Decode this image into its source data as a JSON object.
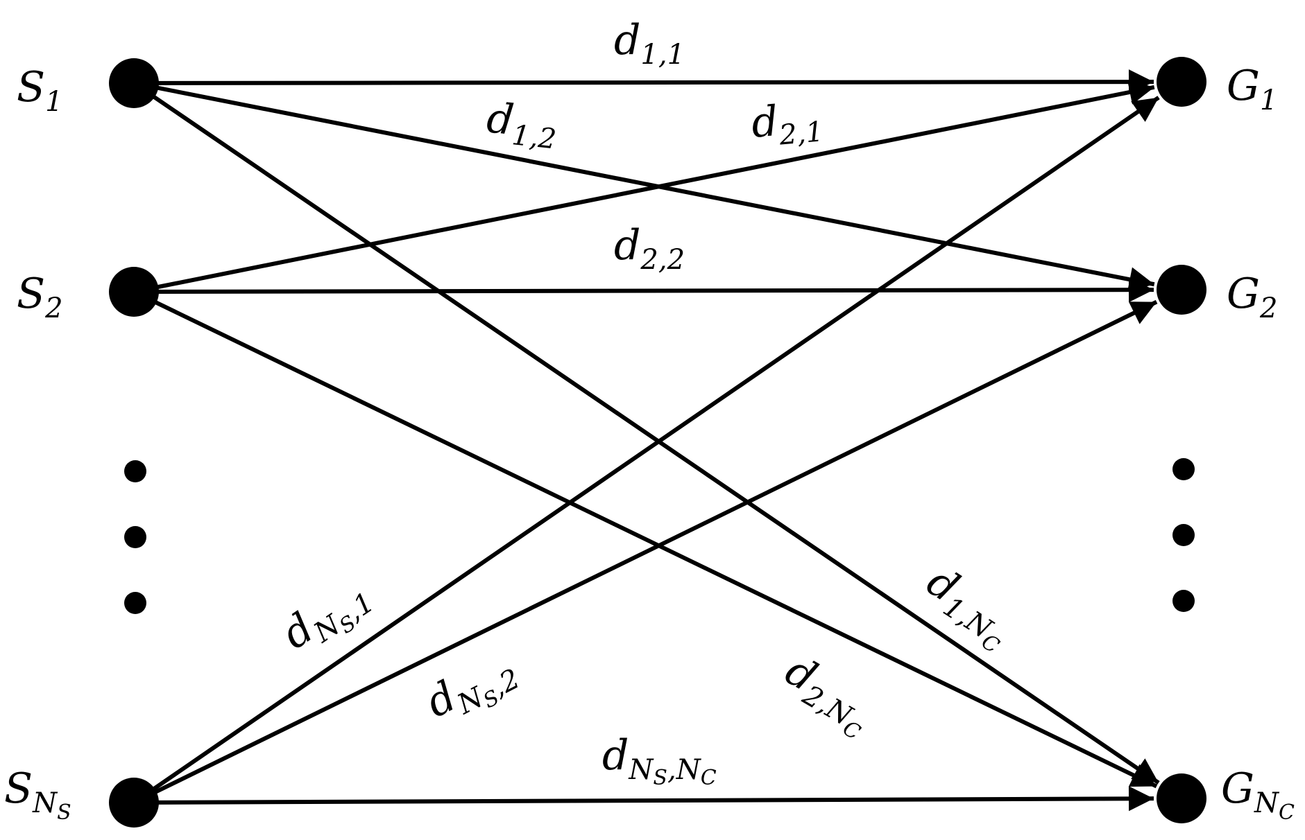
{
  "sources": [
    {
      "letter": "S",
      "sub": "1",
      "subsub": ""
    },
    {
      "letter": "S",
      "sub": "2",
      "subsub": ""
    },
    {
      "letter": "S",
      "sub": "N",
      "subsub": "S"
    }
  ],
  "sinks": [
    {
      "letter": "G",
      "sub": "1",
      "subsub": ""
    },
    {
      "letter": "G",
      "sub": "2",
      "subsub": ""
    },
    {
      "letter": "G",
      "sub": "N",
      "subsub": "C"
    }
  ],
  "edges": [
    {
      "from": 0,
      "to": 0,
      "label": {
        "letter": "d",
        "parts": [
          "1",
          ",1"
        ]
      }
    },
    {
      "from": 0,
      "to": 1,
      "label": {
        "letter": "d",
        "parts": [
          "1",
          ",2"
        ]
      }
    },
    {
      "from": 0,
      "to": 2,
      "label": {
        "letter": "d",
        "parts": [
          "1",
          ",N",
          "C"
        ]
      }
    },
    {
      "from": 1,
      "to": 0,
      "label": {
        "letter": "d",
        "parts": [
          "2",
          ",1"
        ]
      }
    },
    {
      "from": 1,
      "to": 1,
      "label": {
        "letter": "d",
        "parts": [
          "2",
          ",2"
        ]
      }
    },
    {
      "from": 1,
      "to": 2,
      "label": {
        "letter": "d",
        "parts": [
          "2",
          ",N",
          "C"
        ]
      }
    },
    {
      "from": 2,
      "to": 0,
      "label": {
        "letter": "d",
        "parts": [
          "N",
          "S",
          ",1"
        ]
      }
    },
    {
      "from": 2,
      "to": 1,
      "label": {
        "letter": "d",
        "parts": [
          "N",
          "S",
          ",2"
        ]
      }
    },
    {
      "from": 2,
      "to": 2,
      "label": {
        "letter": "d",
        "parts": [
          "N",
          "S",
          ",N",
          "C"
        ]
      }
    }
  ]
}
